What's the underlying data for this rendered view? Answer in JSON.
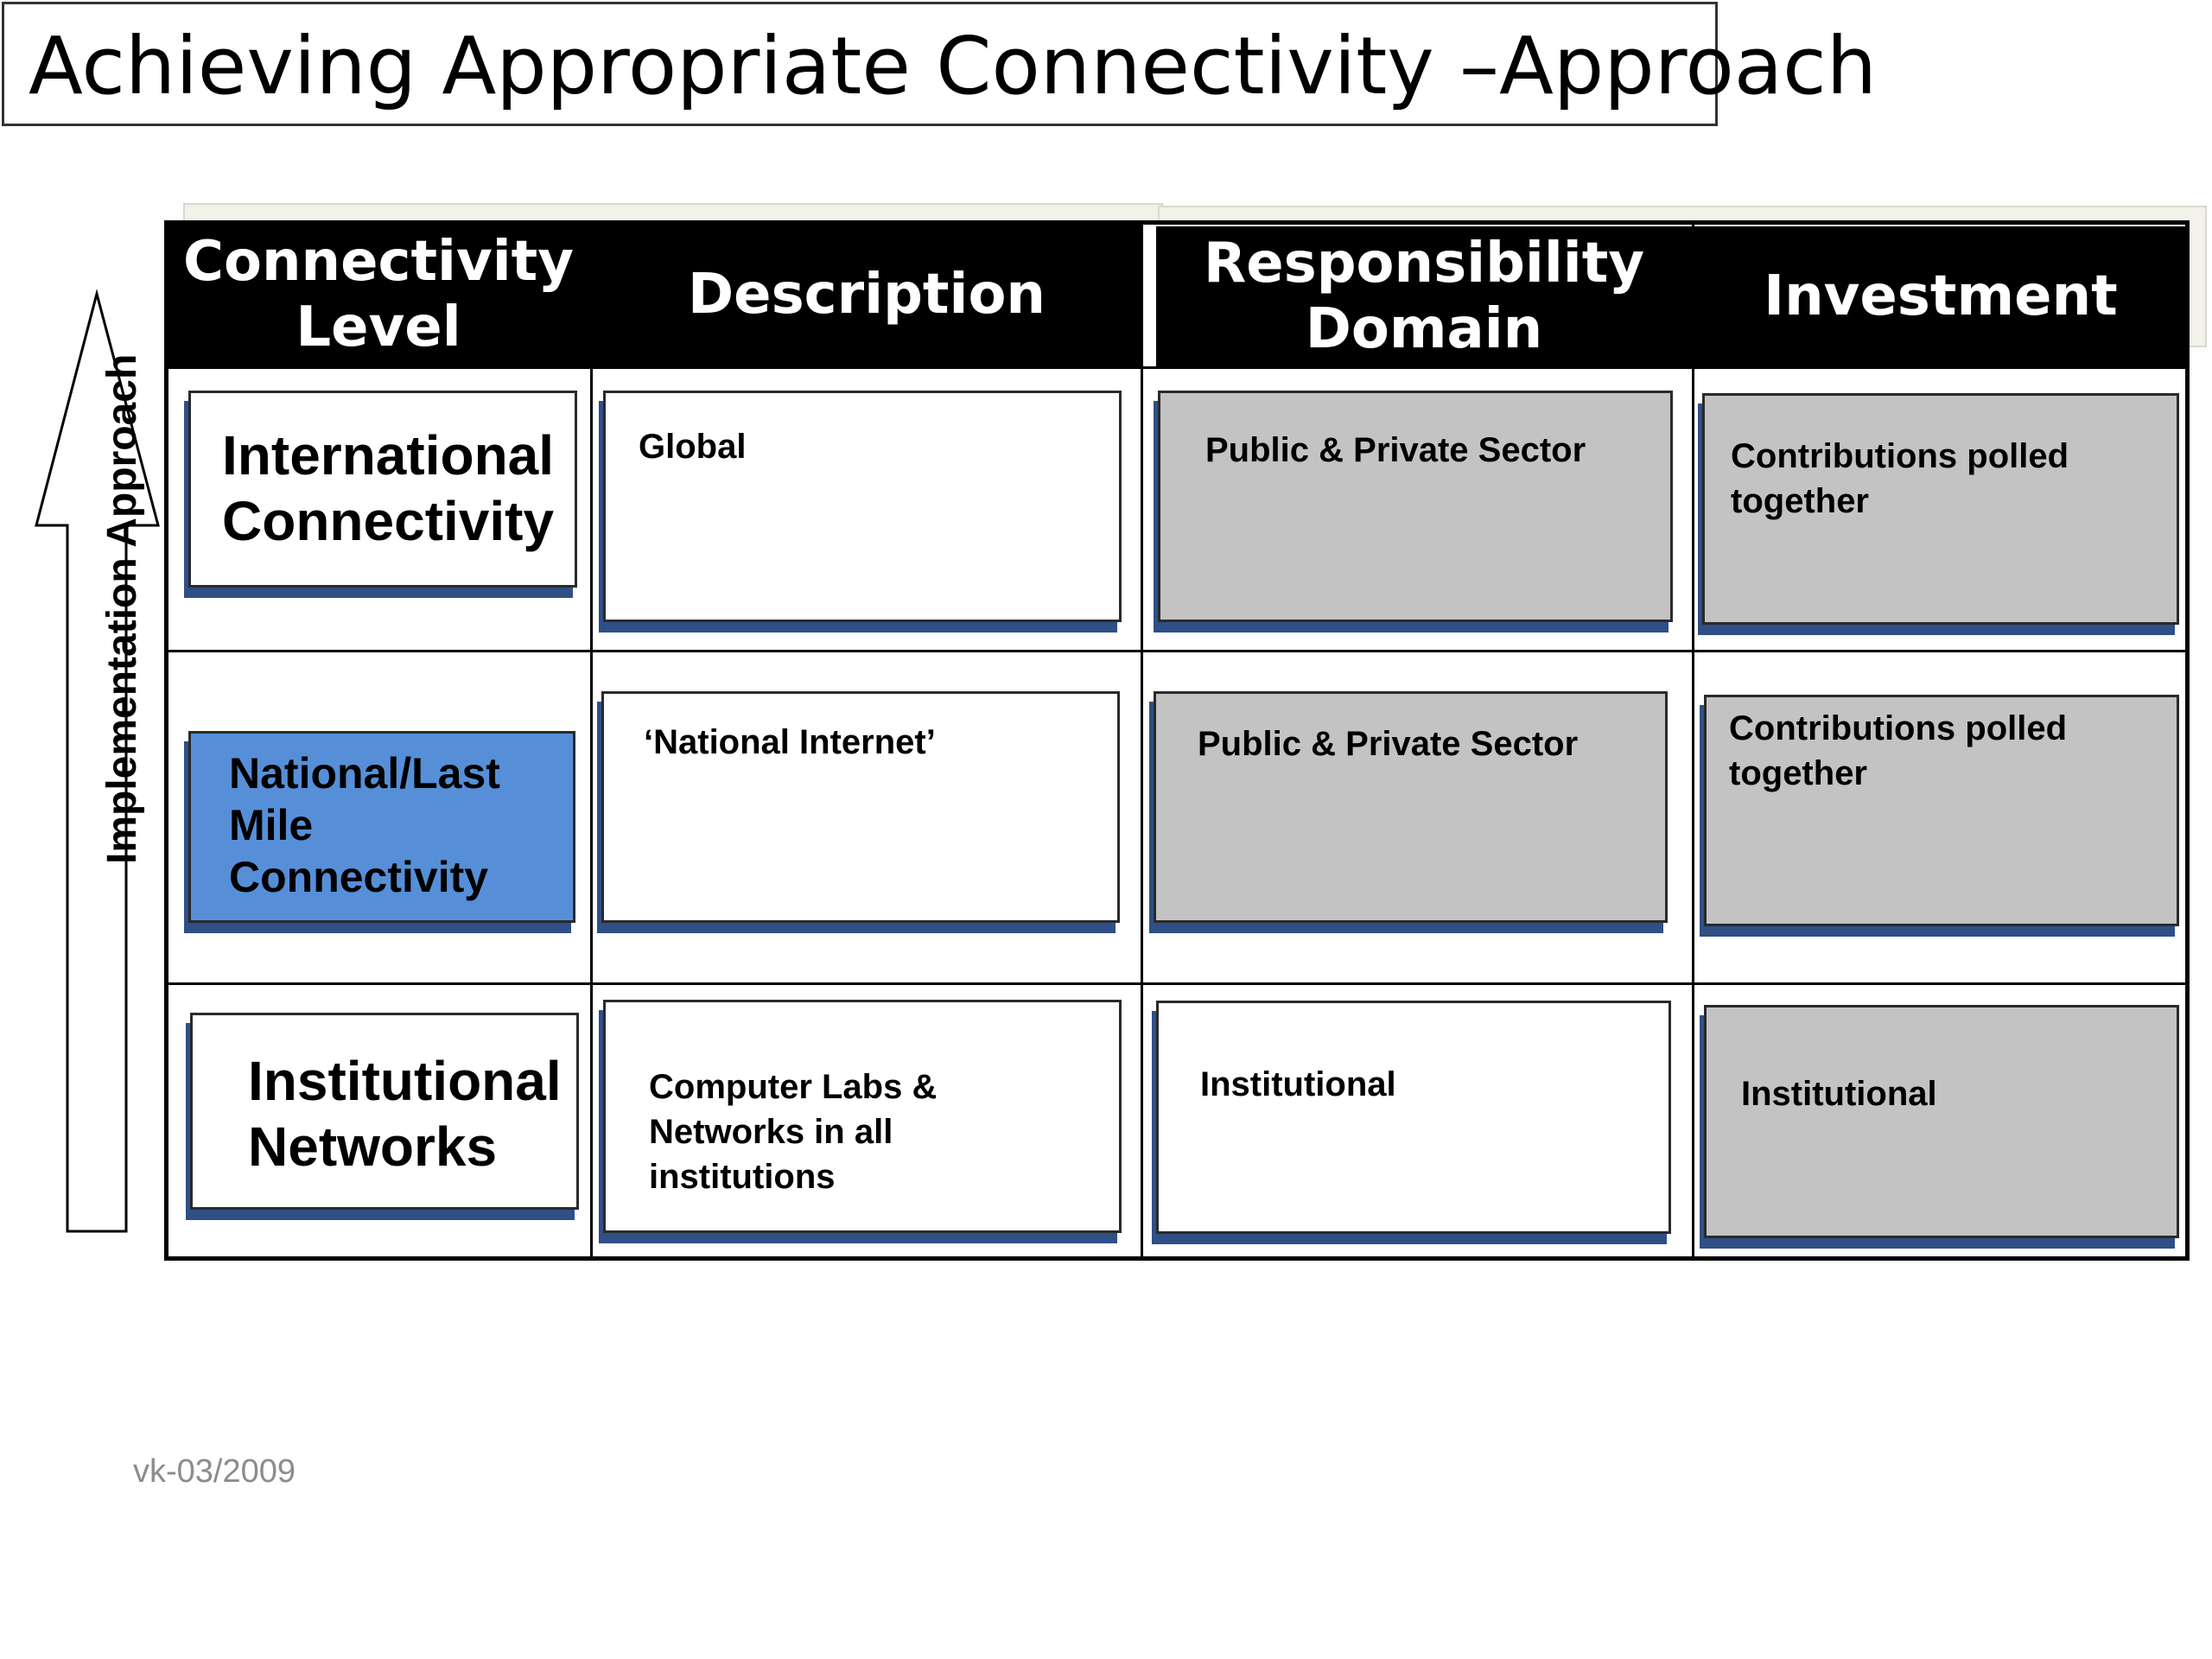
{
  "title": "Achieving Appropriate Connectivity –Approach",
  "headers": {
    "level": "Connectivity\nLevel",
    "description": "Description",
    "responsibility": "Responsibility\nDomain",
    "investment": "Investment"
  },
  "axis_label": "Implementation Approach",
  "rows": [
    {
      "level": "International\nConnectivity",
      "description": "Global",
      "responsibility": "Public & Private Sector",
      "investment": "Contributions polled\ntogether"
    },
    {
      "level": "National/Last Mile\nConnectivity",
      "description": "‘National Internet’",
      "responsibility": "Public & Private Sector",
      "investment": "Contributions polled\ntogether"
    },
    {
      "level": "Institutional\nNetworks",
      "description": "Computer Labs &\nNetworks in all\ninstitutions",
      "responsibility": "Institutional",
      "investment": "Institutional"
    }
  ],
  "footer": "vk-03/2009",
  "colors": {
    "header_bg": "#000000",
    "highlight_blue": "#568fd8",
    "cell_gray": "#c3c3c3",
    "shadow_navy": "#2f4f87"
  }
}
